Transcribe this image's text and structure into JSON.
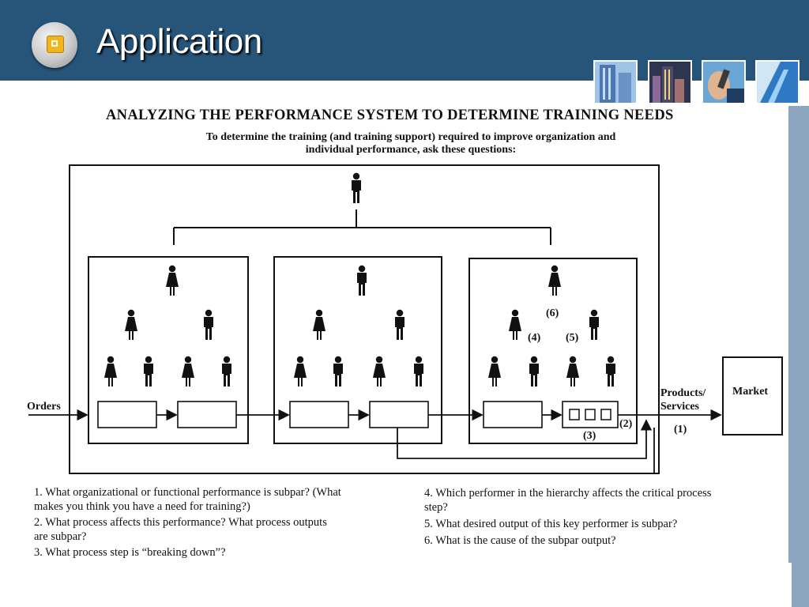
{
  "header": {
    "title": "Application",
    "bar_color": "#275479",
    "logo_icon": "square-button-icon",
    "thumbnails": [
      "skyscraper-photo",
      "city-night-photo",
      "phone-call-photo",
      "glass-building-photo"
    ]
  },
  "figure": {
    "heading": "ANALYZING THE PERFORMANCE SYSTEM TO DETERMINE TRAINING NEEDS",
    "subheading_line1": "To determine the training (and training support) required to improve organization and",
    "subheading_line2": "individual performance, ask these questions:",
    "labels": {
      "orders": "Orders",
      "products_services_1": "Products/",
      "products_services_2": "Services",
      "market": "Market",
      "n1": "(1)",
      "n2": "(2)",
      "n3": "(3)",
      "n4": "(4)",
      "n5": "(5)",
      "n6": "(6)"
    }
  },
  "questions": {
    "left": [
      {
        "line1": "1.  What organizational or functional performance is subpar? (What",
        "line2": "makes you think you have a need for training?)"
      },
      {
        "line1": "2.  What process affects this performance? What process outputs",
        "line2": "are subpar?"
      },
      {
        "line1": "3.  What process step is “breaking down”?",
        "line2": ""
      }
    ],
    "right": [
      {
        "line1": "4.  Which performer in the hierarchy affects the critical process",
        "line2": "step?"
      },
      {
        "line1": "5.  What desired output of this key performer is subpar?",
        "line2": ""
      },
      {
        "line1": "6.  What is the cause of the subpar output?",
        "line2": ""
      }
    ]
  }
}
